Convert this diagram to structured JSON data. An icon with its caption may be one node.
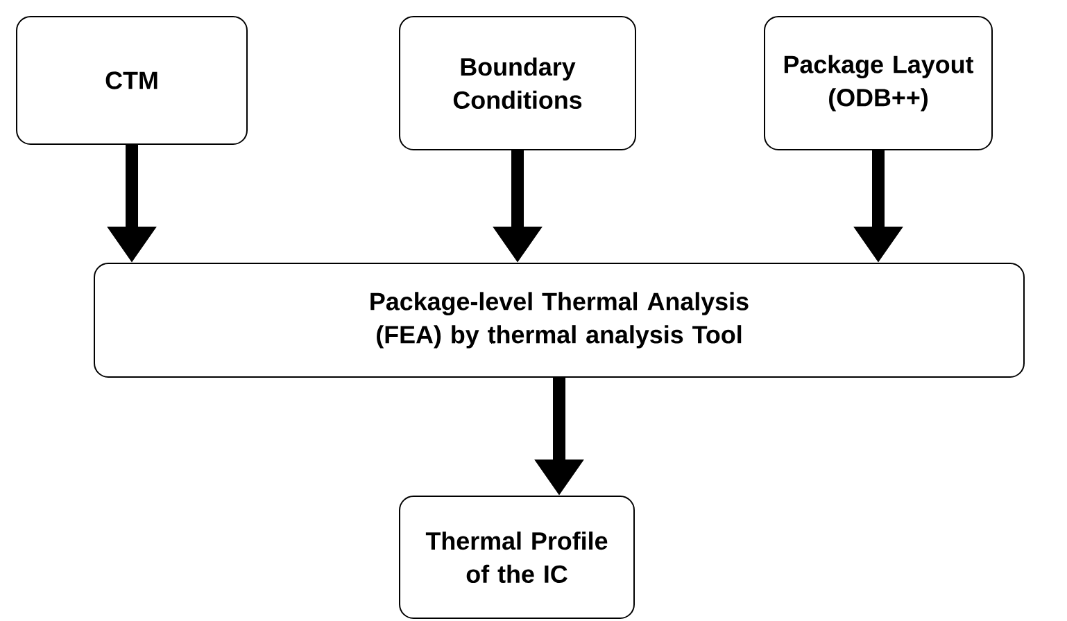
{
  "diagram": {
    "nodes": [
      {
        "text": [
          "CTM"
        ]
      },
      {
        "text": [
          "Boundary Conditions"
        ]
      },
      {
        "text": [
          "Package Layout (ODB++)"
        ]
      },
      {
        "text": [
          "Package-level Thermal Analysis (FEA) by thermal analysis Tool"
        ]
      },
      {
        "text": [
          "Thermal Profile of the IC"
        ]
      }
    ],
    "edges": [
      {
        "from": 0,
        "to": 3,
        "arrow": "to"
      },
      {
        "from": 1,
        "to": 3,
        "arrow": "to"
      },
      {
        "from": 2,
        "to": 3,
        "arrow": "to"
      },
      {
        "from": 3,
        "to": 4,
        "arrow": "to"
      }
    ]
  }
}
